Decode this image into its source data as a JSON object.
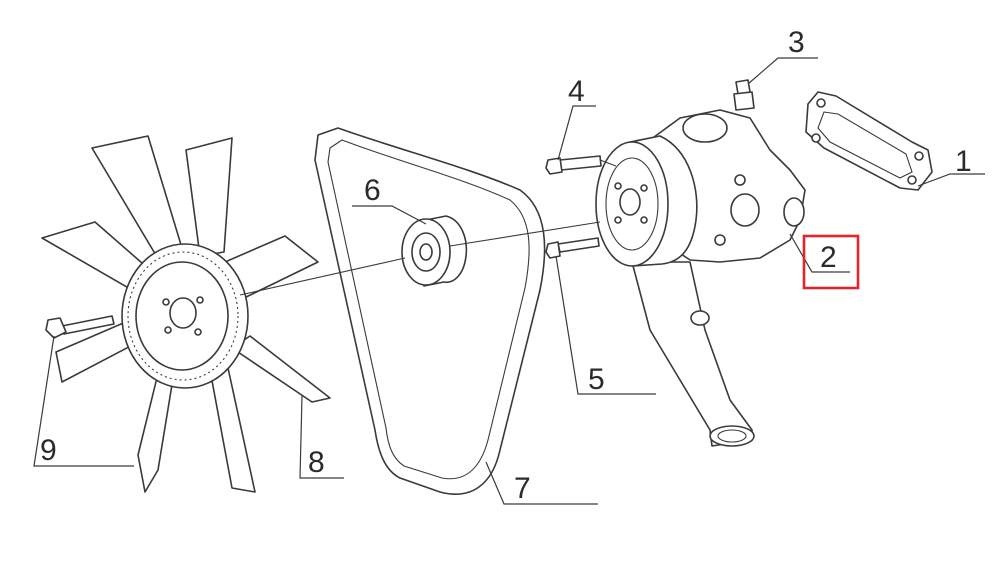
{
  "callouts": {
    "c1": "1",
    "c2": "2",
    "c3": "3",
    "c4": "4",
    "c5": "5",
    "c6": "6",
    "c7": "7",
    "c8": "8",
    "c9": "9"
  },
  "highlight": {
    "target": "2",
    "color": "#e0262b"
  },
  "colors": {
    "line": "#3a3a3a",
    "background": "#ffffff"
  }
}
